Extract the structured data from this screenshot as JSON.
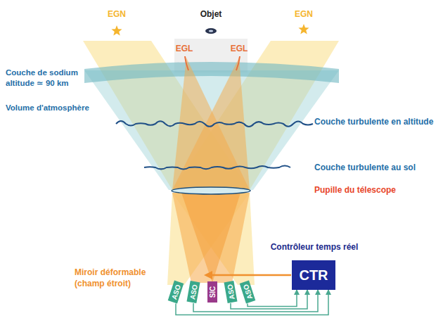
{
  "diagram": {
    "nodes": [
      {
        "text": [
          "Contrôleur temps réel",
          "CTR"
        ]
      },
      {
        "text": [
          "ASO"
        ]
      },
      {
        "text": [
          "ASO"
        ]
      },
      {
        "text": [
          "SIC"
        ]
      },
      {
        "text": [
          "ASO"
        ]
      },
      {
        "text": [
          "ASO"
        ]
      }
    ],
    "edges": [
      {
        "from": 1,
        "to": 0,
        "arrow": "to"
      },
      {
        "from": 2,
        "to": 0,
        "arrow": "to"
      },
      {
        "from": 4,
        "to": 0,
        "arrow": "to"
      },
      {
        "from": 5,
        "to": 0,
        "arrow": "to"
      }
    ],
    "labels": [
      "EGN",
      "Objet",
      "EGN",
      "EGL",
      "EGL",
      "Couche de sodium altitude ≃ 90 km",
      "Volume d'atmosphère",
      "Couche turbulente en altitude",
      "Couche turbulente au sol",
      "Pupille du télescope",
      "Miroir déformable (champ étroit)"
    ]
  }
}
